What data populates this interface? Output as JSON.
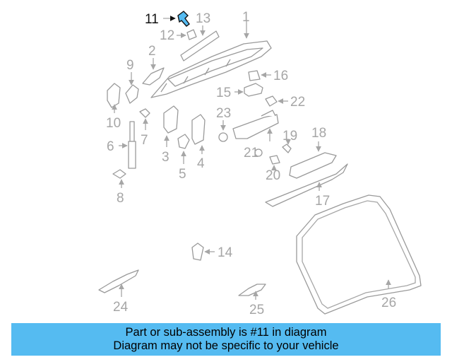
{
  "diagram": {
    "highlight_color": "#55bbf1",
    "callouts": {
      "c1": "1",
      "c2": "2",
      "c3": "3",
      "c4": "4",
      "c5": "5",
      "c6": "6",
      "c7": "7",
      "c8": "8",
      "c9": "9",
      "c10": "10",
      "c11": "11",
      "c12": "12",
      "c13": "13",
      "c14": "14",
      "c15": "15",
      "c16": "16",
      "c17": "17",
      "c18": "18",
      "c19": "19",
      "c20": "20",
      "c21": "21",
      "c22": "22",
      "c23": "23",
      "c24": "24",
      "c25": "25",
      "c26": "26"
    }
  },
  "banner": {
    "line1": "Part or sub-assembly is #11 in diagram",
    "line2": "Diagram may not be specific to your vehicle",
    "color": "#55bbf1"
  }
}
